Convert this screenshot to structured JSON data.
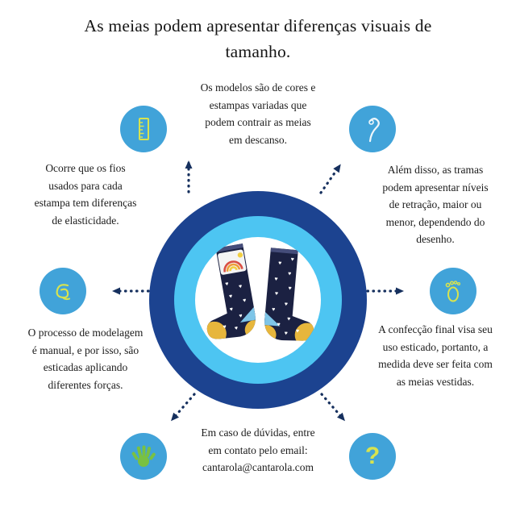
{
  "title": "As meias podem apresentar diferenças visuais de tamanho.",
  "notes": {
    "top": "Os modelos são de cores e estampas variadas que podem contrair as meias em descanso.",
    "left_upper": "Ocorre que os fios usados para cada estampa tem diferenças de elasticidade.",
    "right_upper": "Além disso, as tramas podem apresentar níveis de retração, maior ou menor, dependendo do desenho.",
    "left_lower": "O processo de modelagem é manual, e por isso, são esticadas aplicando diferentes forças.",
    "right_lower": "A confecção final visa seu uso esticado, portanto, a medida deve ser feita com as meias vestidas.",
    "bottom": "Em caso de dúvidas, entre em contato pelo email:",
    "bottom_email": "cantarola@cantarola.com"
  },
  "glyphs": {
    "question": "?"
  },
  "icons": {
    "top_left": "ruler-icon",
    "top_right": "needle-icon",
    "left": "thread-icon",
    "right": "footprint-icon",
    "bottom_left": "hand-icon",
    "bottom_right": "question-icon"
  },
  "colors": {
    "icon_circle": "#41a3d9",
    "glyph_green": "#d7e34f",
    "hand_green": "#79c143",
    "ring_outer": "#1c4390",
    "ring_inner": "#4dc5f2",
    "arrow": "#16305e",
    "sock_navy": "#1b2142",
    "sock_yellow": "#e7b63c",
    "sock_light_blue": "#7ec5e8"
  }
}
